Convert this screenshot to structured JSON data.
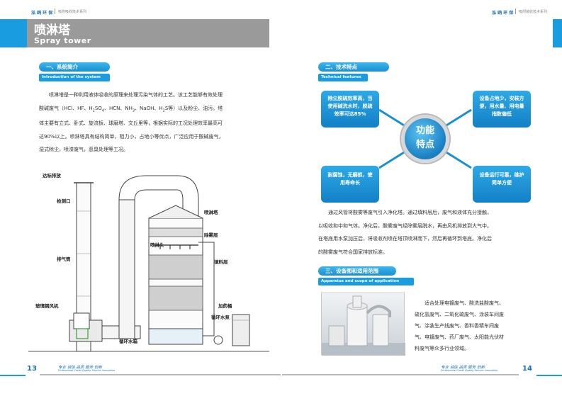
{
  "header": {
    "brand_left": "泓 鸥 环 保",
    "series_left": "吸附吸收技术系列",
    "brand_right": "泓 鸥 环 保",
    "series_right": "吸附装收技术系列"
  },
  "title": {
    "zh": "喷淋塔",
    "en": "Spray tower"
  },
  "section1": {
    "title": "一、系统简介",
    "subtitle": "Introduction of the system",
    "para_line1": "喷淋塔是一种利用液体吸收的原理来处理污染气体的工艺。该工艺能够有效处理",
    "para_line2_a": "酸碱废气（HCl、HF、H",
    "para_line2_sub1": "2",
    "para_line2_b": "SO",
    "para_line2_sub2": "4",
    "para_line2_c": "、HCN、NH",
    "para_line2_sub3": "3",
    "para_line2_d": "、NaOH、H",
    "para_line2_sub4": "2",
    "para_line2_e": "S等）以及粉尘、油污。塔",
    "para_line3": "体主要有立式、卧式、旋流板、球磨塔、文丘里等，根据实际的工况处理效率最高可",
    "para_line4": "达90%以上。喷淋塔具有结构简单，阻力小，占地小等优点，广泛应用于酸碱废气，",
    "para_line5": "湿式除尘，喷漆废气，恶臭处理等工况。"
  },
  "diagram": {
    "labels": {
      "discharge": "达标排放",
      "inspection": "检测口",
      "exhaust_pipe": "排气筒",
      "fan": "玻璃钢风机",
      "spray_head": "喷淋头",
      "tower": "喷淋塔",
      "demister": "除雾层",
      "packing": "填料层",
      "dosing": "加药桶",
      "pump": "循环水泵",
      "tank": "循环水箱"
    }
  },
  "section2": {
    "title": "二、技术特点",
    "subtitle": "Technical features",
    "center_line1": "功能",
    "center_line2": "特点",
    "features": [
      {
        "line1": "除尘脱硫效率高，当",
        "line2": "使用碱洗水时，脱硫",
        "line3": "效率可达85%"
      },
      {
        "line1": "设备占地少，安装方",
        "line2": "便，用水量、用电量",
        "line3": "指数偏低"
      },
      {
        "line1": "耐腐蚀，无磨损，使",
        "line2": "用寿命长"
      },
      {
        "line1": "设备运行可靠，维护",
        "line2": "简单方便"
      }
    ],
    "para_line1": "通过风管将酸雾等废气引入净化塔。通过填料层后，废气和液体充分接触，",
    "para_line2": "以吸收和中和气体。净化后，酸雾废气经除雾层脱水，再由风机排放到大气中。",
    "para_line3": "在塔底用水泵加压后，将吸收剂喷在塔顶喷淋而下，然后再循环到塔底。净化后",
    "para_line4": "的酸雾废气符合国家排放标准。"
  },
  "section3": {
    "title": "三、设备图和适用范围",
    "subtitle": "Apparatus and scope of application",
    "line1": "适合处理电镀废气、酸洗盐酸废气、",
    "line2": "硫化氢废气、二氧化硫废气、涂装车间废",
    "line3": "气、涂装生产线废气、香料香精车间废",
    "line4": "气、电镀废气、药厂废气、太阳能光伏材",
    "line5": "料废气等众多行业领域。"
  },
  "footer": {
    "page_left": "13",
    "page_right": "14",
    "slogan": "专业 诚信 品质 服务 创新",
    "slogan_en": "Professional Credit Quality Service Innovation"
  },
  "colors": {
    "accent": "#1a9ce0",
    "band": "#9a9a9a",
    "brand": "#1a6fb4"
  }
}
